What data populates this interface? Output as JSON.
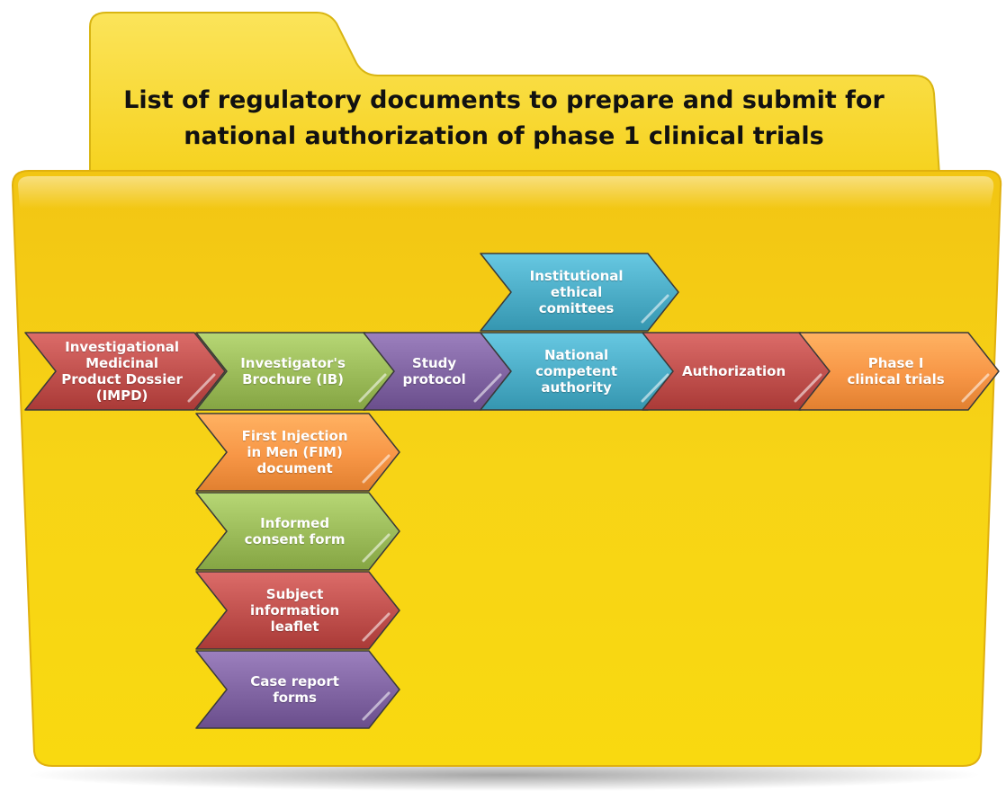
{
  "title_lines": [
    "List of regulatory documents to prepare and submit for",
    "national authorization of phase 1 clinical trials"
  ],
  "colors": {
    "red": "#C0504D",
    "green": "#9BBB59",
    "purple": "#8064A2",
    "blue": "#4BACC6",
    "orange": "#F79646",
    "folder": "#F7D21E"
  },
  "steps": {
    "impd": {
      "lines": [
        "Investigational",
        "Medicinal",
        "Product Dossier",
        "(IMPD)"
      ],
      "color": "red"
    },
    "ib": {
      "lines": [
        "Investigator's",
        "Brochure (IB)"
      ],
      "color": "green"
    },
    "protocol": {
      "lines": [
        "Study",
        "protocol"
      ],
      "color": "purple"
    },
    "ethics": {
      "lines": [
        "Institutional",
        "ethical",
        "comittees"
      ],
      "color": "blue"
    },
    "nca": {
      "lines": [
        "National",
        "competent",
        "authority"
      ],
      "color": "blue"
    },
    "authorization": {
      "lines": [
        "Authorization"
      ],
      "color": "red"
    },
    "phase1": {
      "lines": [
        "Phase I",
        "clinical trials"
      ],
      "color": "orange"
    },
    "fim": {
      "lines": [
        "First Injection",
        "in Men (FIM)",
        "document"
      ],
      "color": "orange"
    },
    "consent": {
      "lines": [
        "Informed",
        "consent form"
      ],
      "color": "green"
    },
    "leaflet": {
      "lines": [
        "Subject",
        "information",
        "leaflet"
      ],
      "color": "red"
    },
    "crf": {
      "lines": [
        "Case report",
        "forms"
      ],
      "color": "purple"
    }
  }
}
